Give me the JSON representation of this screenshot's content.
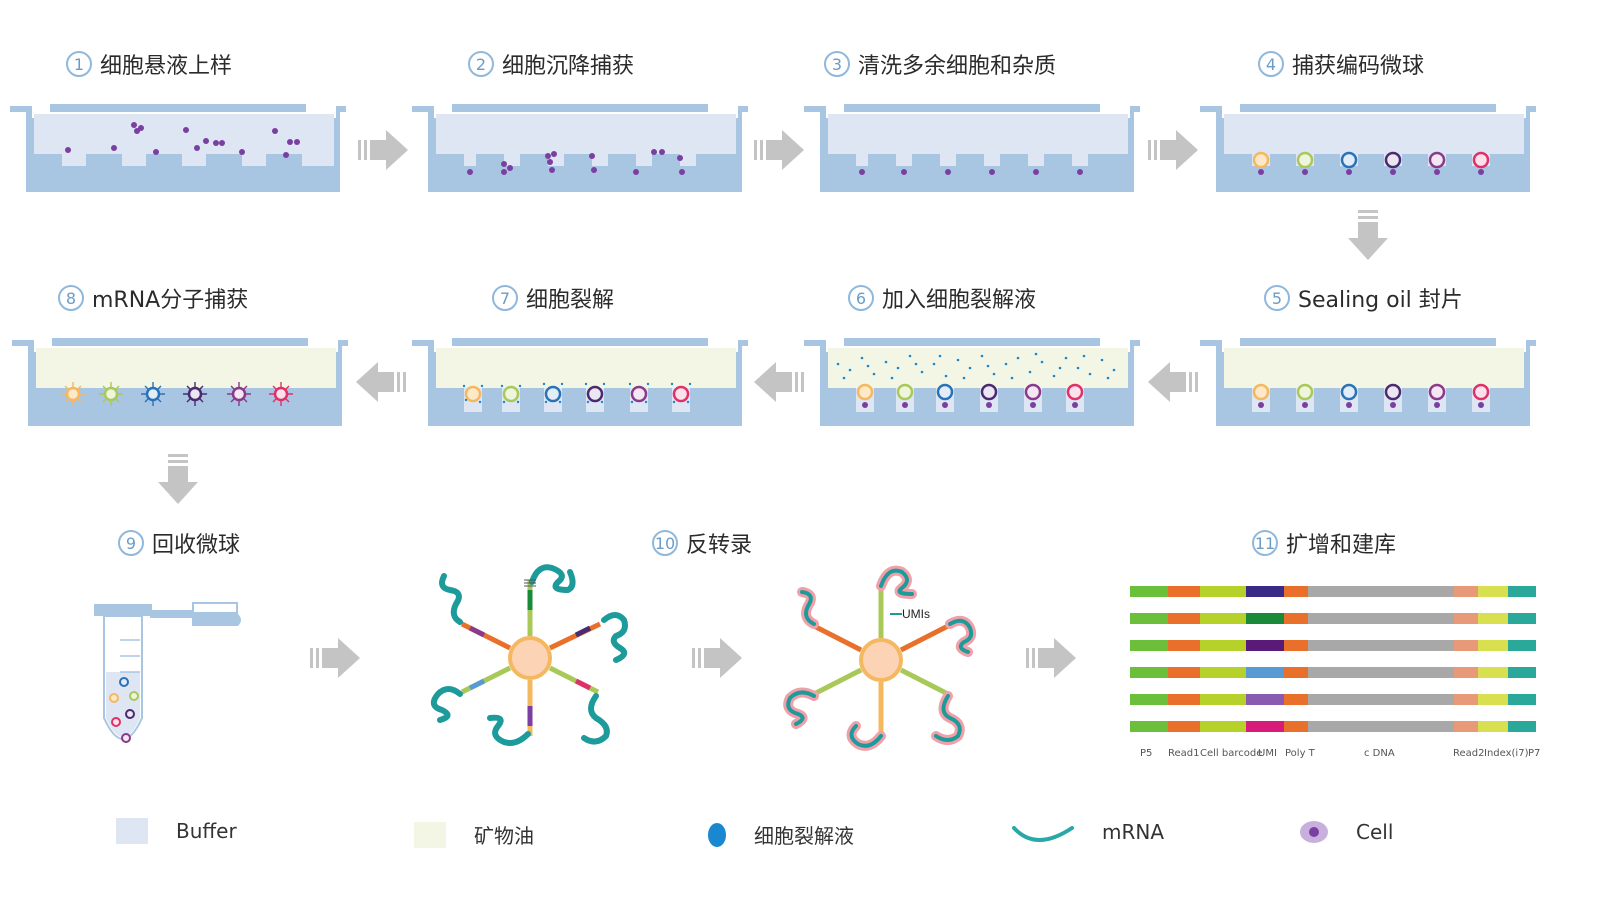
{
  "steps": [
    {
      "num": "1",
      "label": "细胞悬液上样"
    },
    {
      "num": "2",
      "label": "细胞沉降捕获"
    },
    {
      "num": "3",
      "label": "清洗多余细胞和杂质"
    },
    {
      "num": "4",
      "label": "捕获编码微球"
    },
    {
      "num": "5",
      "label": "Sealing oil 封片"
    },
    {
      "num": "6",
      "label": "加入细胞裂解液"
    },
    {
      "num": "7",
      "label": "细胞裂解"
    },
    {
      "num": "8",
      "label": "mRNA分子捕获"
    },
    {
      "num": "9",
      "label": "回收微球"
    },
    {
      "num": "10",
      "label": "反转录"
    },
    {
      "num": "11",
      "label": "扩增和建库"
    }
  ],
  "umi_label": "UMIs",
  "library_labels": [
    "P5",
    "Read1",
    "Cell barcode",
    "UMI",
    "Poly T",
    "c DNA",
    "Read2",
    "Index(i7)",
    "P7"
  ],
  "legend": [
    {
      "label": "Buffer",
      "icon": "buffer-swatch",
      "color": "#dde6f2"
    },
    {
      "label": "矿物油",
      "icon": "oil-swatch",
      "color": "#f3f6e4"
    },
    {
      "label": "细胞裂解液",
      "icon": "lysis-drop",
      "color": "#1a88d0"
    },
    {
      "label": "mRNA",
      "icon": "mrna-curve",
      "color": "#2aa8a8"
    },
    {
      "label": "Cell",
      "icon": "cell-dot",
      "color": "#7a3fa0"
    }
  ],
  "colors": {
    "well": "#a8c6e2",
    "buffer": "#dde6f2",
    "oil": "#f3f6e4",
    "arrow": "#c4c4c4",
    "cell": "#7a3fa0",
    "mrna": "#2aa8a8",
    "bead": [
      "#f4b860",
      "#a8c95a",
      "#2a72b8",
      "#4a2a70",
      "#8a3a8a",
      "#e0306a"
    ]
  }
}
